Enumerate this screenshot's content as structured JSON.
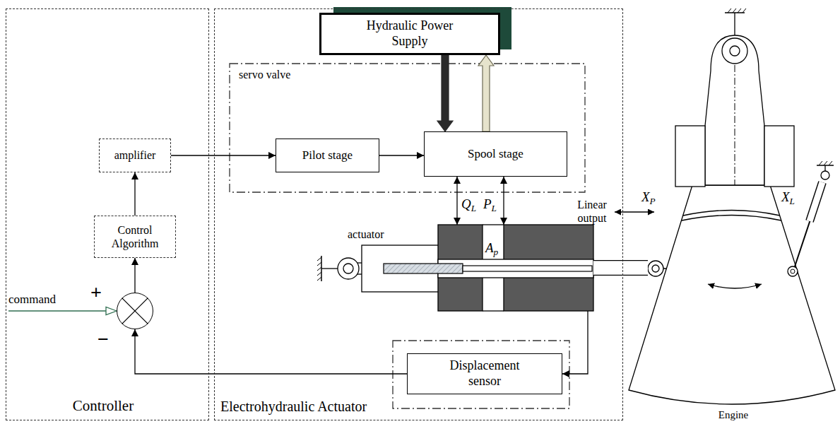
{
  "diagram": {
    "nodes": [
      {
        "text": [
          "Controller"
        ]
      },
      {
        "text": [
          "Electrohydraulic Actuator"
        ]
      },
      {
        "text": [
          "amplifier"
        ],
        "in": 0
      },
      {
        "text": [
          "Control Algorithm"
        ],
        "in": 0
      },
      {
        "text": [
          "+",
          "−"
        ],
        "in": 0
      },
      {
        "text": [
          "Hydraulic Power Supply"
        ],
        "in": 1
      },
      {
        "text": [
          "servo valve"
        ],
        "in": 1
      },
      {
        "text": [
          "Pilot stage"
        ],
        "in": 6
      },
      {
        "text": [
          "Spool stage"
        ],
        "in": 6
      },
      {
        "text": [
          "actuator",
          "Ap"
        ],
        "in": 1
      },
      {
        "text": [
          "Displacement sensor"
        ],
        "in": 1
      },
      {
        "text": [
          "Engine"
        ]
      }
    ],
    "edges": [
      {
        "from": 4,
        "to": 3,
        "arrow": "to"
      },
      {
        "from": 3,
        "to": 2,
        "arrow": "to"
      },
      {
        "from": 2,
        "to": 7,
        "arrow": "to"
      },
      {
        "from": 7,
        "to": 8,
        "arrow": "to"
      },
      {
        "from": 5,
        "to": 8,
        "arrow": "to"
      },
      {
        "from": 8,
        "to": 5,
        "arrow": "to"
      },
      {
        "from": 8,
        "to": 9,
        "label": "QL",
        "arrow": "both"
      },
      {
        "from": 8,
        "to": 9,
        "label": "PL",
        "arrow": "both"
      },
      {
        "from": 9,
        "to": 11,
        "arrow": "none"
      },
      {
        "from": 9,
        "to": 10,
        "arrow": "to"
      },
      {
        "from": 10,
        "to": 4,
        "arrow": "to"
      }
    ],
    "labels": [
      "command",
      "Linear output",
      "XP",
      "XL"
    ]
  }
}
